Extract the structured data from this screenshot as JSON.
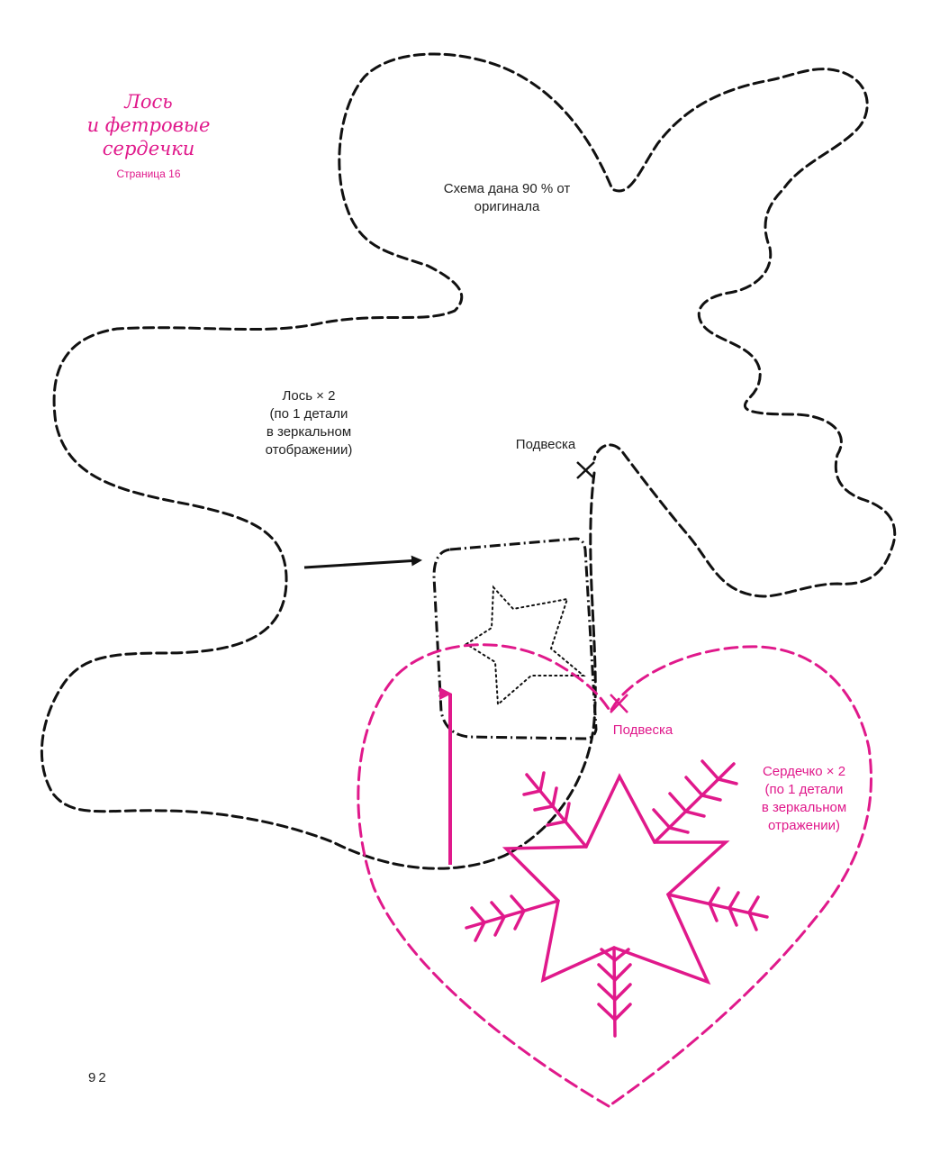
{
  "colors": {
    "accent": "#e0198b",
    "ink": "#111111"
  },
  "title": {
    "line1": "Лось",
    "line2": "и фетровые",
    "line3": "сердечки"
  },
  "subtitle": "Страница 16",
  "scale_note": {
    "line1": "Схема дана 90 % от",
    "line2": "оригинала"
  },
  "moose_label": {
    "line1": "Лось × 2",
    "line2": "(по 1 детали",
    "line3": "в зеркальном",
    "line4": "отображении)"
  },
  "moose_hanger_label": "Подвеска",
  "heart_hanger_label": "Подвеска",
  "heart_label": {
    "line1": "Сердечко × 2",
    "line2": "(по 1 детали",
    "line3": "в зеркальном",
    "line4": "отражении)"
  },
  "page_number": "92"
}
